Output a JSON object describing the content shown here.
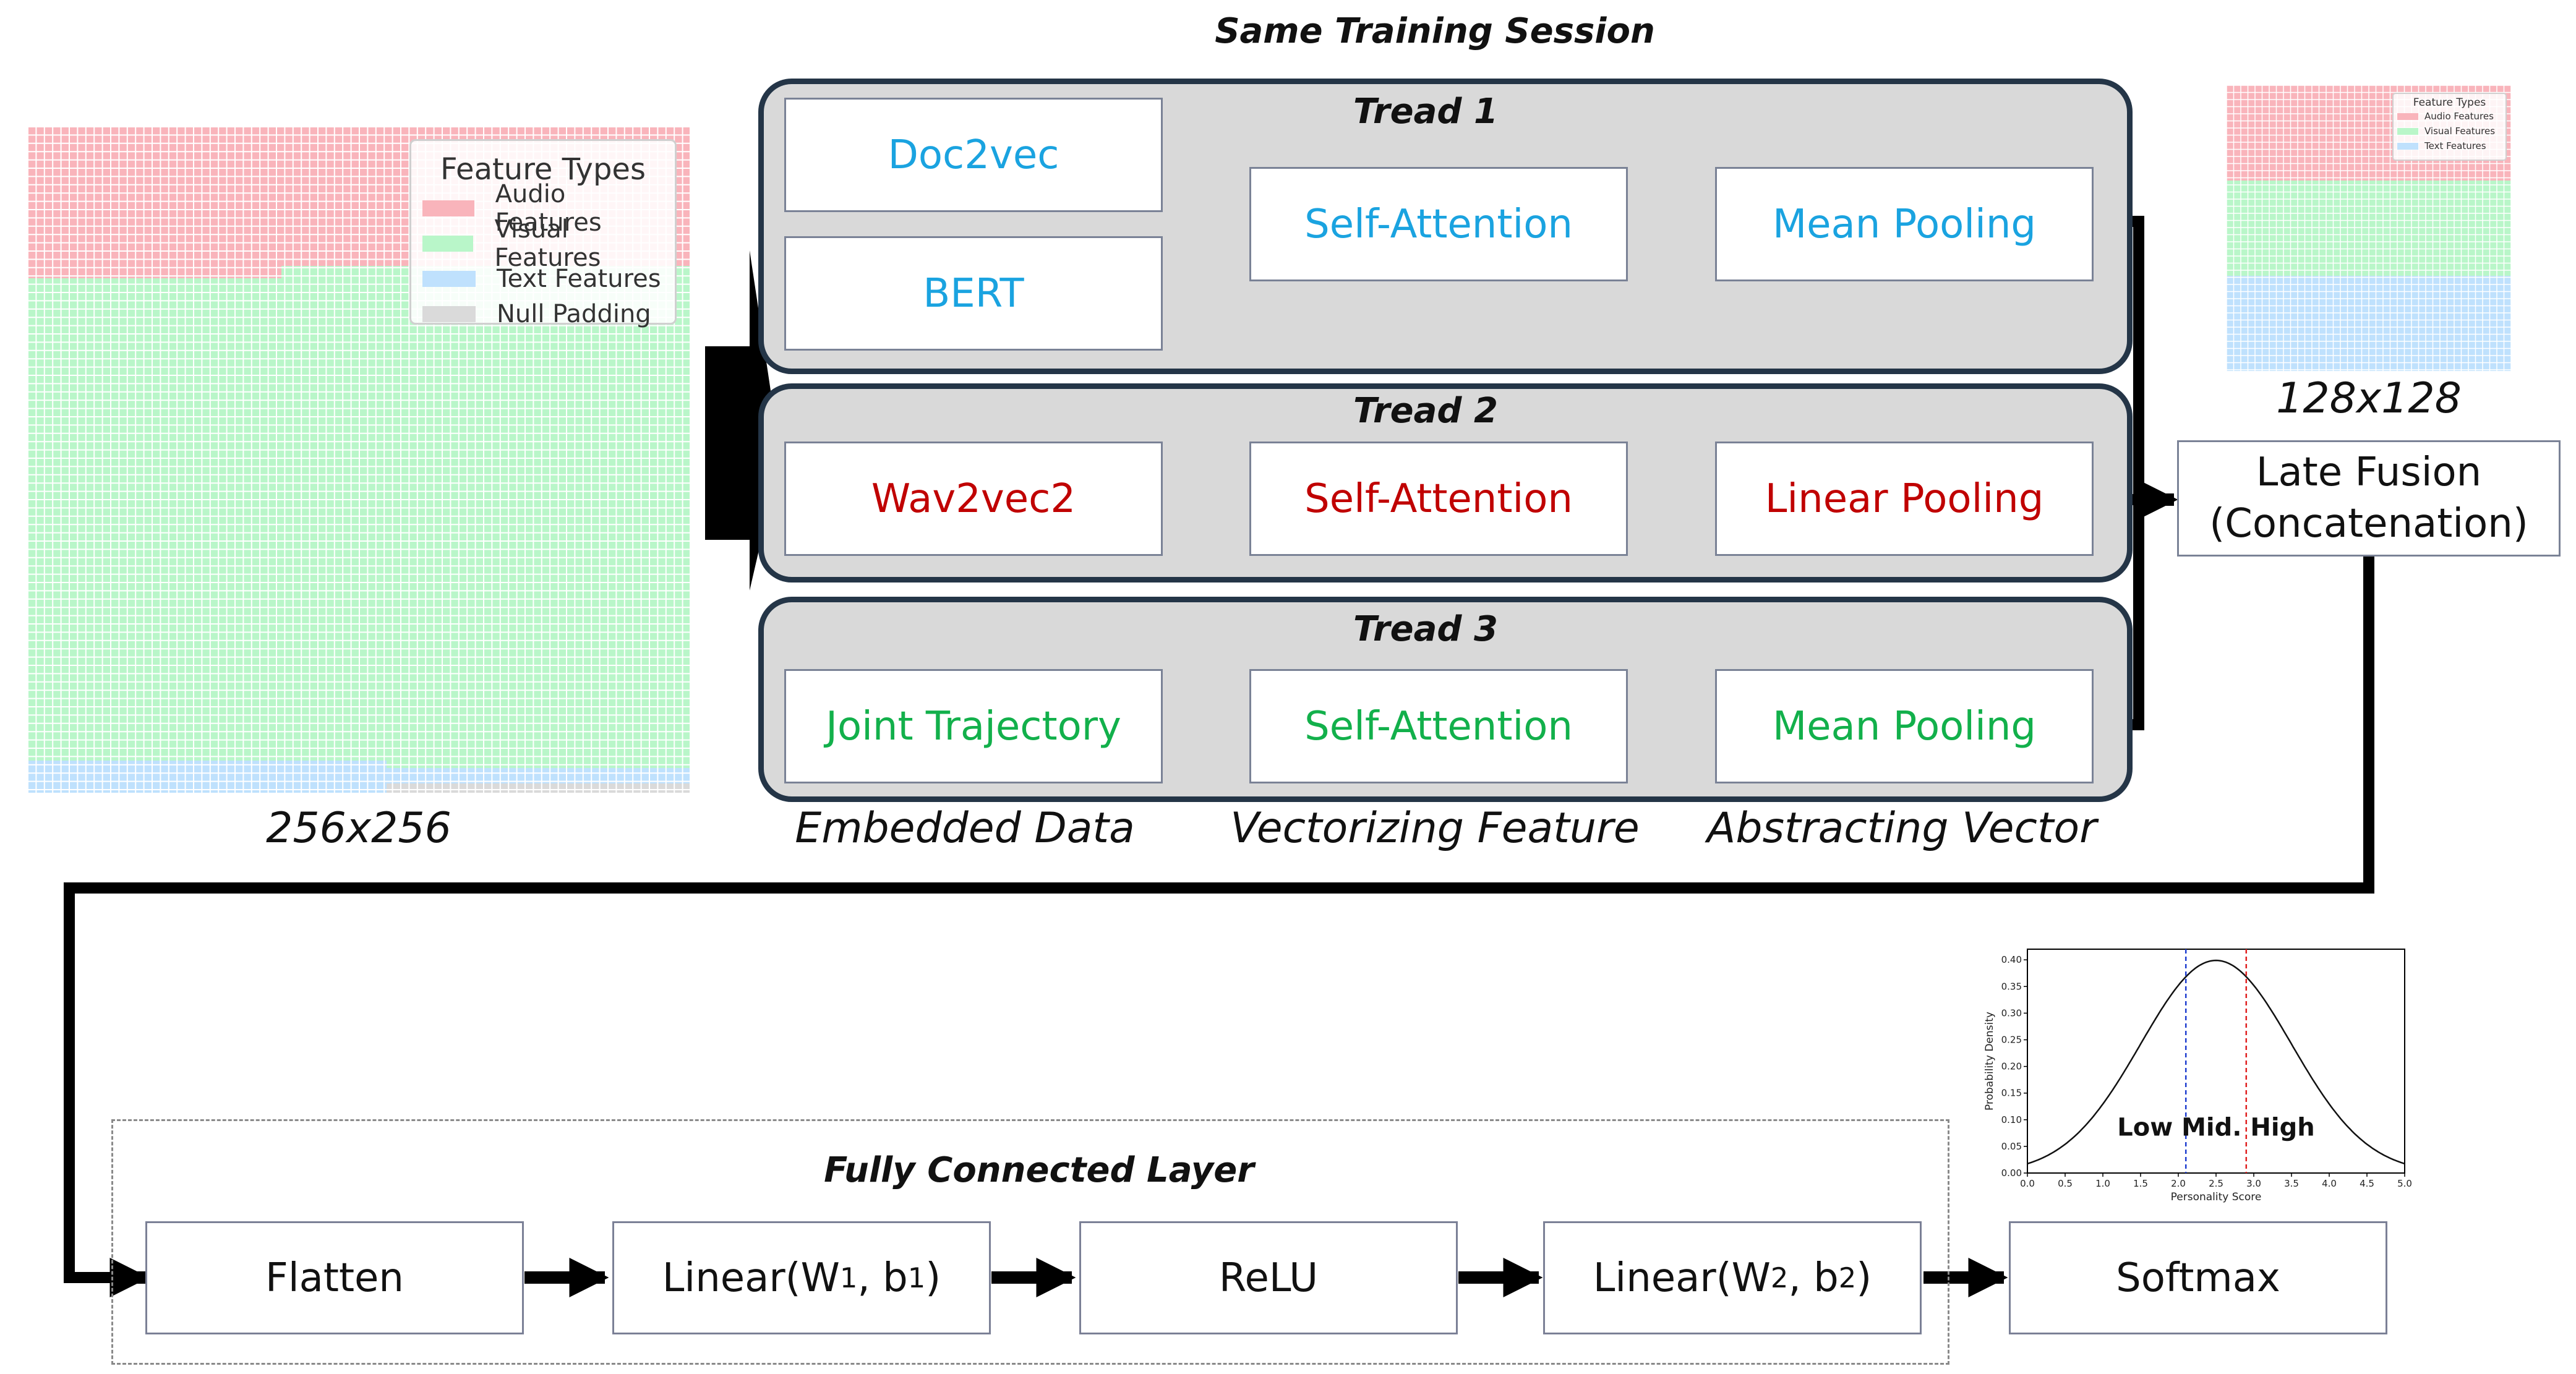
{
  "colors": {
    "audio": "#f9b4bb",
    "visual": "#b9f6c9",
    "text": "#bfe1fd",
    "null": "#dadada",
    "text_modality": "#1aa3e0",
    "audio_modality": "#c00000",
    "visual_modality": "#12b04b",
    "frame": "#243547"
  },
  "header": {
    "session": "Same Training Session"
  },
  "input_grid": {
    "size_label": "256x256",
    "legend": {
      "title": "Feature Types",
      "items": [
        "Audio Features",
        "Visual Features",
        "Text Features",
        "Null Padding"
      ]
    }
  },
  "treads": [
    {
      "title": "Tread 1",
      "embed": [
        "Doc2vec",
        "BERT"
      ],
      "vectorize": "Self-Attention",
      "abstract": "Mean Pooling"
    },
    {
      "title": "Tread 2",
      "embed": [
        "Wav2vec2"
      ],
      "vectorize": "Self-Attention",
      "abstract": "Linear Pooling"
    },
    {
      "title": "Tread 3",
      "embed": [
        "Joint Trajectory"
      ],
      "vectorize": "Self-Attention",
      "abstract": "Mean Pooling"
    }
  ],
  "column_labels": [
    "Embedded Data",
    "Vectorizing Feature",
    "Abstracting Vector"
  ],
  "mini_grid": {
    "size_label": "128x128",
    "legend": {
      "title": "Feature Types",
      "items": [
        "Audio Features",
        "Visual Features",
        "Text Features"
      ]
    }
  },
  "fusion": {
    "line1": "Late Fusion",
    "line2": "(Concatenation)"
  },
  "fc_layer": {
    "title": "Fully Connected Layer",
    "flatten": "Flatten",
    "linear1": {
      "name": "Linear(W",
      "sub1": "1",
      "mid": ", b",
      "sub2": "1",
      "end": ")"
    },
    "relu": "ReLU",
    "linear2": {
      "name": "Linear(W",
      "sub1": "2",
      "mid": ", b",
      "sub2": "2",
      "end": ")"
    }
  },
  "softmax": "Softmax",
  "chart_data": {
    "type": "line",
    "title": "",
    "xlabel": "Personality Score",
    "ylabel": "Probability Density",
    "xlim": [
      0,
      5
    ],
    "ylim": [
      0,
      0.42
    ],
    "x_ticks": [
      "0.0",
      "0.5",
      "1.0",
      "1.5",
      "2.0",
      "2.5",
      "3.0",
      "3.5",
      "4.0",
      "4.5",
      "5.0"
    ],
    "y_ticks": [
      "0.00",
      "0.05",
      "0.10",
      "0.15",
      "0.20",
      "0.25",
      "0.30",
      "0.35",
      "0.40"
    ],
    "series": [
      {
        "mean": 2.5,
        "std": 1.0
      }
    ],
    "vlines": [
      {
        "x": 2.1,
        "color": "#1f3fd0"
      },
      {
        "x": 2.9,
        "color": "#e02020"
      }
    ],
    "annotation": "Low Mid. High"
  }
}
